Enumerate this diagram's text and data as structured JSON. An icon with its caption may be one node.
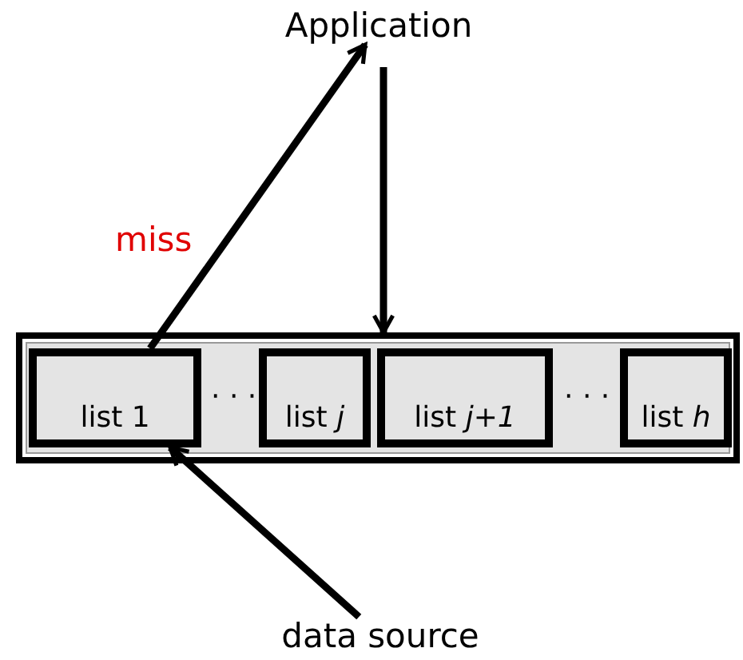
{
  "diagram": {
    "nodes": [
      {
        "text": [
          "Application"
        ]
      },
      {
        "text": [],
        "shape": "box"
      },
      {
        "text": [
          "list 1"
        ],
        "in": 1
      },
      {
        "text": [
          "list *j*"
        ],
        "in": 1
      },
      {
        "text": [
          "list *j+1*"
        ],
        "in": 1
      },
      {
        "text": [
          "list *h*"
        ],
        "in": 1
      },
      {
        "text": [
          "data source"
        ]
      }
    ],
    "edges": [
      {
        "from": 2,
        "to": 0,
        "arrow": "to",
        "label": "miss"
      },
      {
        "from": 0,
        "to": 1,
        "arrow": "to"
      },
      {
        "from": 6,
        "to": 2,
        "arrow": "to"
      }
    ],
    "labels": [
      "· · ·",
      "· · ·"
    ]
  }
}
